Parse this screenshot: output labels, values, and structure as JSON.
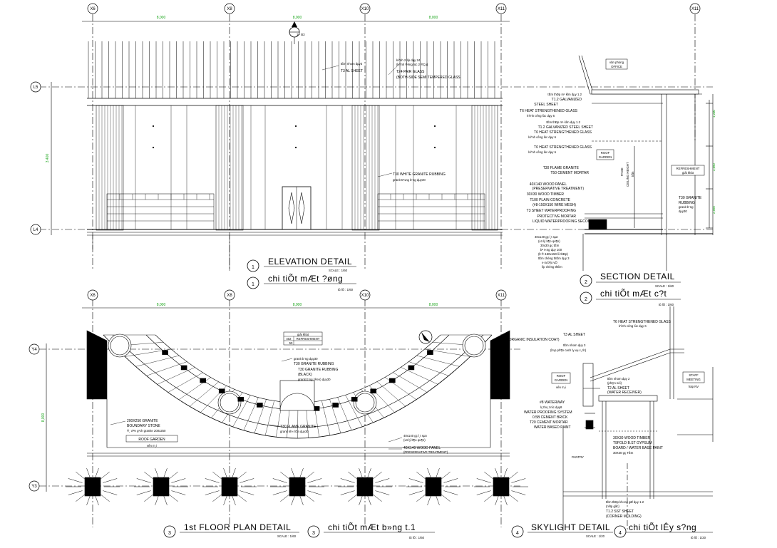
{
  "grid": {
    "top_bubbles": [
      "X6",
      "X8",
      "X10",
      "X11",
      "X11"
    ],
    "plan_bubbles": [
      "X6",
      "X8",
      "X10",
      "X11"
    ],
    "left_bubbles_elev": [
      "L5",
      "L4"
    ],
    "left_bubbles_plan": [
      "Y4",
      "Y3"
    ],
    "dims_top": [
      "8,000",
      "8,000",
      "8,000"
    ],
    "dims_plan": [
      "8,000",
      "8,000",
      "8,000"
    ],
    "height_dim": "3,400",
    "plan_height_dim": "8,000",
    "section_marker": "1 - B3"
  },
  "elevation": {
    "number": "1",
    "title_en": "ELEVATION DETAIL",
    "scale": "SCALE : 1/60",
    "title_vn": "chi tiÕt mÆt ?øng",
    "scale_vn": "tû lÖ : 1/60",
    "notes": [
      {
        "vn": "tÊm nhom dµy3",
        "en": "T3 AL SHEET"
      },
      {
        "vn": "kÝnh 2 líp dµy 24",
        "vn2": "(kÝnh ®­êng lùc 2 ®Çu)",
        "en": "T24 PAIR GLASS",
        "en2": "(BOTH-SIDE SEMI TEMPERED GLASS"
      },
      {
        "en": "T30 WHITE GRANITE RUBBING",
        "vn": "granit tr¾ng b¨ng dµy30"
      }
    ]
  },
  "section": {
    "number": "2",
    "title_en": "SECTION DETAIL",
    "scale": "SCALE : 1/60",
    "title_vn": "chi tiÕt mÆt c?t",
    "scale_vn": "tû lÖ : 1/60",
    "labels": [
      "văn phòng",
      "OFFICE",
      "ROOF",
      "GARDEN",
      "REFRESHMENT",
      "giải khát",
      "T30 GRANITE",
      "RUBBING",
      "granit b¨ng",
      "dµy30",
      "CEILING HEIGHT",
      "trần",
      "PAGE"
    ],
    "notes": [
      "tÊm thÐp m¹ kÏm dµy 1.2",
      "T1.2 GALVANIZED",
      "STEEL SHEET",
      "T6 HEAT STRENGTHENED GLASS",
      "kÝnh c­êng lùc dµy 6",
      "tÊm thÐp m¹ kÏm dµy 1.2",
      "T1.2 GALVANIZED STEEL SHEET",
      "T6 HEAT STRENGTHENED GLASS",
      "kÝnh c­êng lùc dµy 6",
      "T6 HEAT STRENGTHENED GLASS",
      "kÝnh c­êng lùc dµy 6",
      "T30 FLAME GRANITE",
      "T50 CEMENT MORTAR",
      "40X140 WOOD PANEL",
      "(PRESERVATIVE TREATMENT)",
      "30X30 WOOD TIMBER",
      "T100 PLAIN CONCRETE",
      "(#8-150X150 WIRE MESH)",
      "T3 SHEET WATERPROOFING",
      "PROTECTIVE MORTAR",
      "LIQUID WATERPROOFING SECOND"
    ],
    "notes_vn": [
      "40x140 gç l¸t sµn",
      "(xö lý b¶o qu¶n)",
      "30x30 gç tÊm",
      "bª t«ng dµy 100",
      "(lt ®-150x150 líi thÐp)",
      "tÊm chèng thÊm dµy 3",
      "v÷a b¶o vÖ",
      "líp chèng thÊm"
    ],
    "dims": [
      "1,200",
      "2,890",
      "2,890",
      "2,890"
    ]
  },
  "plan": {
    "number": "3",
    "title_en": "1st FLOOR PLAN DETAIL",
    "scale": "SCALE : 1/60",
    "title_vn": "chi tiÕt mÆt b»ng t.1",
    "scale_vn": "tû lÖ : 1/60",
    "table_rows": [
      [
        "",
        "giải khát"
      ],
      [
        "402",
        "REFRESHMENT"
      ],
      [
        "",
        "50"
      ]
    ],
    "notes": [
      "granit b¨ng dµy30",
      "T30 GRANITE RUBBING",
      "T30 GRANITE RUBBING",
      "(BLACK)",
      "granit b¨ng (®en) dµy30",
      "200X250 GRANITE",
      "BOUNDARY STONE",
      "®¸ viªn g¹ch granite 200x250",
      "ROOF GARDEN",
      "v­ên m¸i",
      "T30 FLAME GRANITE",
      "granit kh« lÖa dµy30",
      "40x140 gç l¸t sµn",
      "(xö lý b¶o qu¶n)",
      "40X140 WOOD PANEL",
      "(PRESERVATIVE TREATMENT)"
    ]
  },
  "skylight": {
    "number": "4",
    "title_en": "SKYLIGHT DETAIL",
    "scale": "SCALE : 1/20",
    "title_vn": "chi tiÕt lÊy s?ng",
    "scale_vn": "tû lÖ : 1/20",
    "notes": [
      "T6 HEAT STRENGTHENED GLASS",
      "kÝnh c­êng lùc dµy 6",
      "T3 AL SHEET",
      "(ORGANIC INSULATION COAT)",
      "tÊm nhom dµy 3",
      "(l¾p ph¶n cach ly vµ c¸ch)",
      "tÊm nhom dµy 2",
      "(phÇn nèi)",
      "T2 AL SHEET",
      "(WATER RECEIVER)",
      "#8 WATERWAY",
      "lç tho¸t n­íc dµy8",
      "WATER PROOFING SYSTEM",
      "0.5B CEMENT BRICK",
      "T20 CEMENT MORTAR",
      "WATER BASED PAINT",
      "30X30 WOOD TIMBER",
      "T9FOLD B.ST GYPSUM",
      "BOARD / WATER BASE PAINT",
      "30X30 gç TÊm",
      "T1.2 SST SHEET",
      "(CORNER MOLDING)",
      "tÊm thÐp kh«ng gØ dµy 1.2",
      "(nÑp gãc)",
      "ROOF",
      "GARDEN",
      "v­ên m¸i",
      "STAFF",
      "MEETING",
      "häp NV",
      "PANTRY"
    ]
  }
}
